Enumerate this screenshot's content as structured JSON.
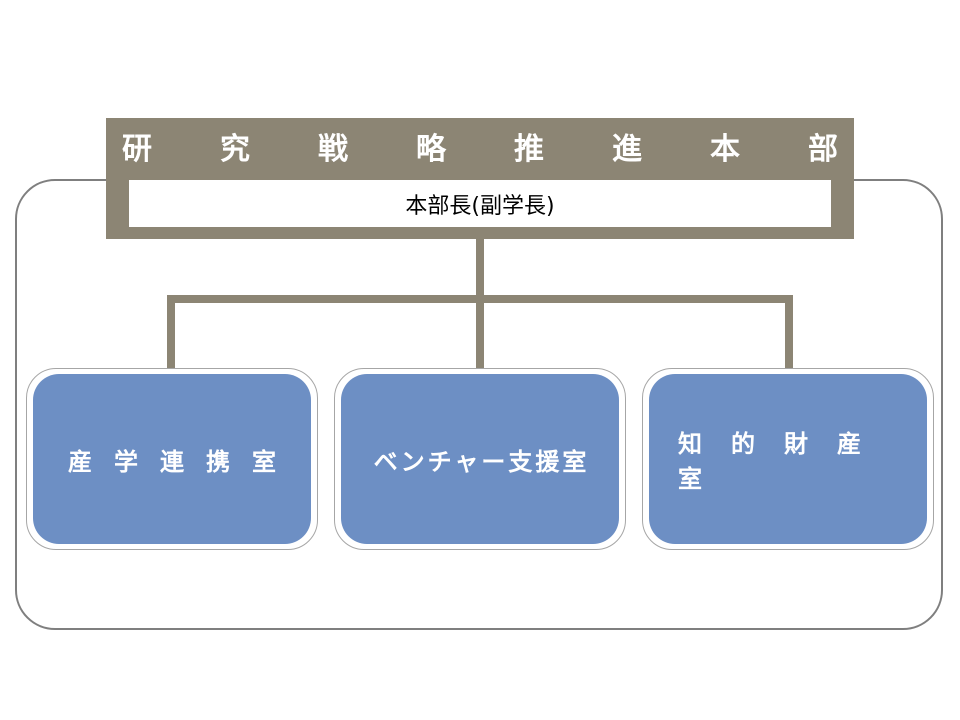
{
  "headquarters": {
    "title_chars": [
      "研",
      "究",
      "戦",
      "略",
      "推",
      "進",
      "本",
      "部"
    ],
    "head_label": "本部長(副学長)"
  },
  "units": [
    {
      "label": "産学連携室"
    },
    {
      "label": "ベンチャー支援室"
    },
    {
      "label": "知的財産室"
    }
  ],
  "colors": {
    "hq_fill": "#8c8574",
    "connector": "#8c8574",
    "unit_fill": "#6d8fc4",
    "frame": "#7f7f7f"
  }
}
